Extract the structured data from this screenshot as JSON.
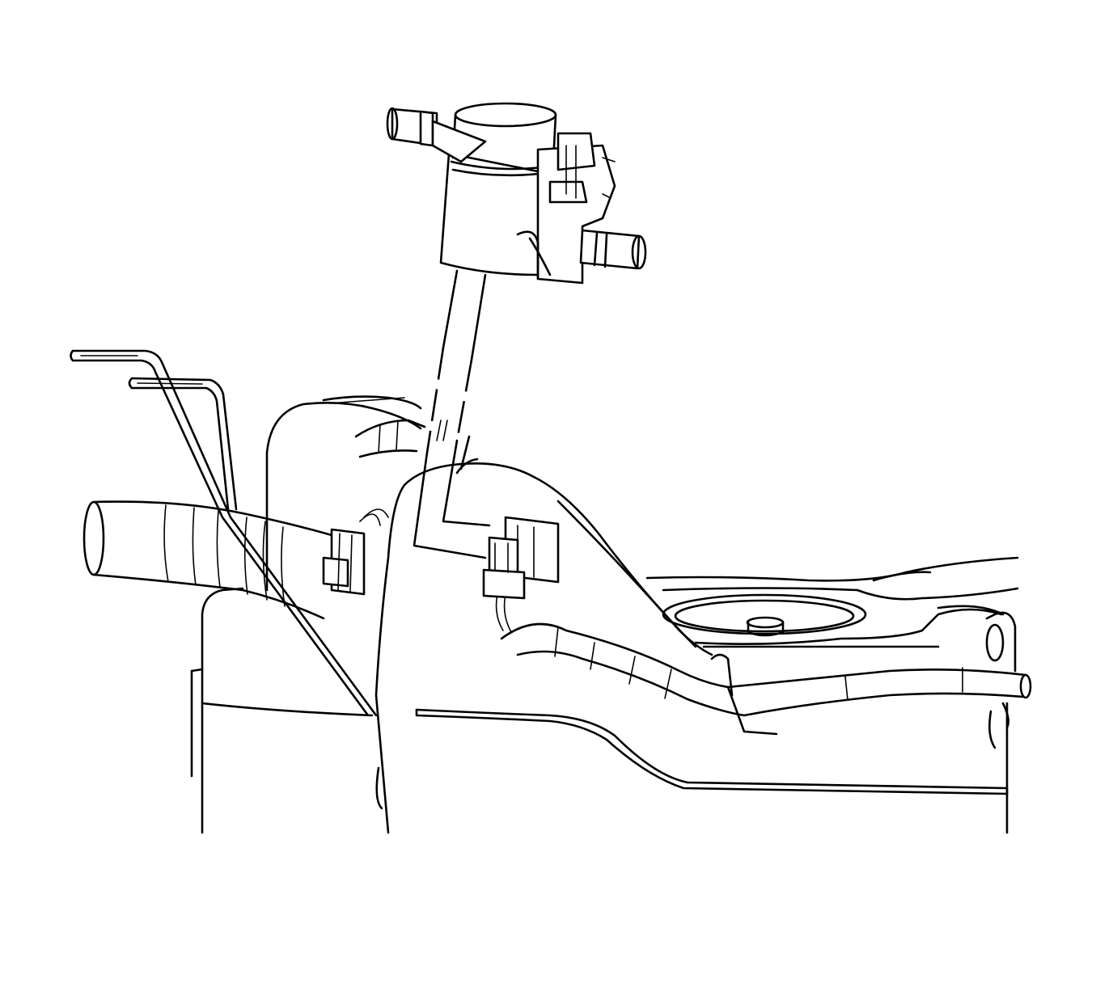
{
  "diagram": {
    "line_color": "#000000",
    "background": "#ffffff",
    "parts": [
      "evap-canister-vent-solenoid",
      "electrical-connector-upper",
      "electrical-connector-lower",
      "vent-hose",
      "fuel-tank",
      "fuel-pump-module-opening",
      "wiring-harness",
      "filler-hose",
      "mounting-bracket",
      "exploded-view-leader-lines"
    ]
  }
}
